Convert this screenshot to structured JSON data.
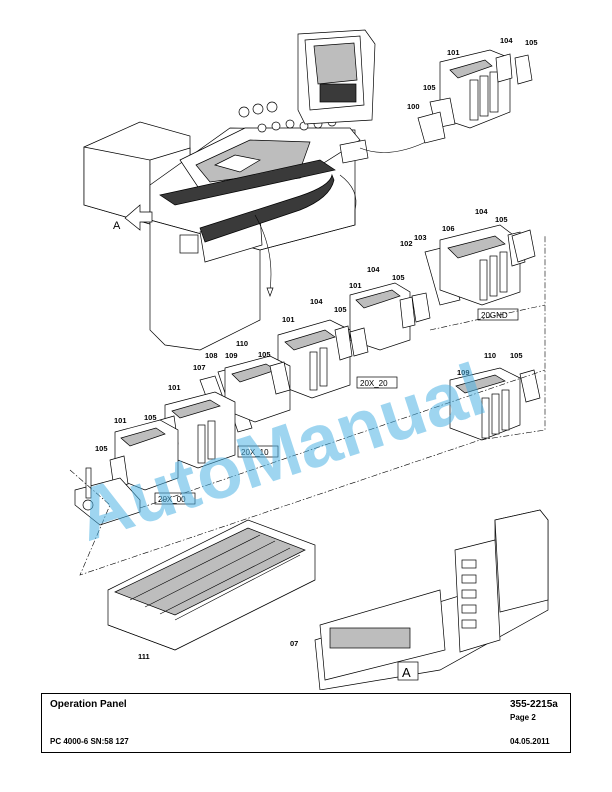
{
  "callouts": {
    "c100": "100",
    "c101a": "101",
    "c104a": "104",
    "c105a": "105",
    "c105b": "105",
    "c102": "102",
    "c103": "103",
    "c106": "106",
    "c104b": "104",
    "c105c": "105",
    "c101b": "101",
    "c104c": "104",
    "c105d": "105",
    "c101c": "101",
    "c104d": "104",
    "c105e": "105",
    "c110a": "110",
    "c105f": "105",
    "c109a": "109",
    "c108": "108",
    "c107": "107",
    "c101d": "101",
    "c105g": "105",
    "c101e": "101",
    "c105h": "105",
    "c110b": "110",
    "c105i": "105",
    "c109b": "109",
    "c111": "111",
    "c07": "07",
    "cA": "A"
  },
  "group_labels": {
    "g20gnd": "20GND",
    "g20x20": "20X_20",
    "g20x10": "20X_10",
    "g20x00": "20X_00"
  },
  "view_box_label": "A",
  "watermark": "AutoManual",
  "footer": {
    "title": "Operation Panel",
    "doc_number": "355-2215a",
    "page": "Page 2",
    "model": "PC 4000-6 SN:58 127",
    "date": "04.05.2011"
  }
}
